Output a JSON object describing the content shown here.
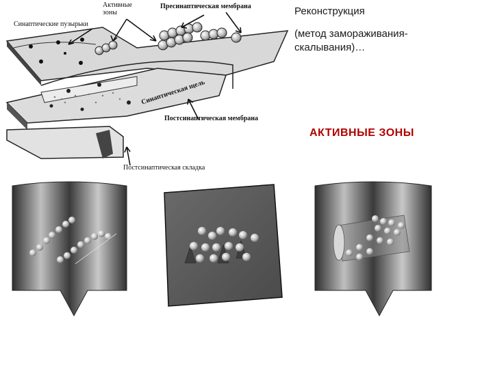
{
  "text": {
    "heading": "Реконструкция",
    "method_line1": "(метод замораживания-",
    "method_line2": "скалывания)…",
    "active_zones_title": "АКТИВНЫЕ ЗОНЫ"
  },
  "diagram_labels": {
    "active_zones_1": "Активные",
    "active_zones_2": "зоны",
    "presynaptic_membrane": "Пресинаптическая мембрана",
    "synaptic_vesicles": "Синаптические пузырьки",
    "synaptic_cleft": "Синаптическая щель",
    "postsynaptic_membrane": "Постсинаптическая мембрана",
    "postsynaptic_fold": "Постсинаптическая складка"
  },
  "colors": {
    "title_accent": "#b00000",
    "panel_dark": "#4a4a4a",
    "panel_light": "#bdbdbd"
  }
}
